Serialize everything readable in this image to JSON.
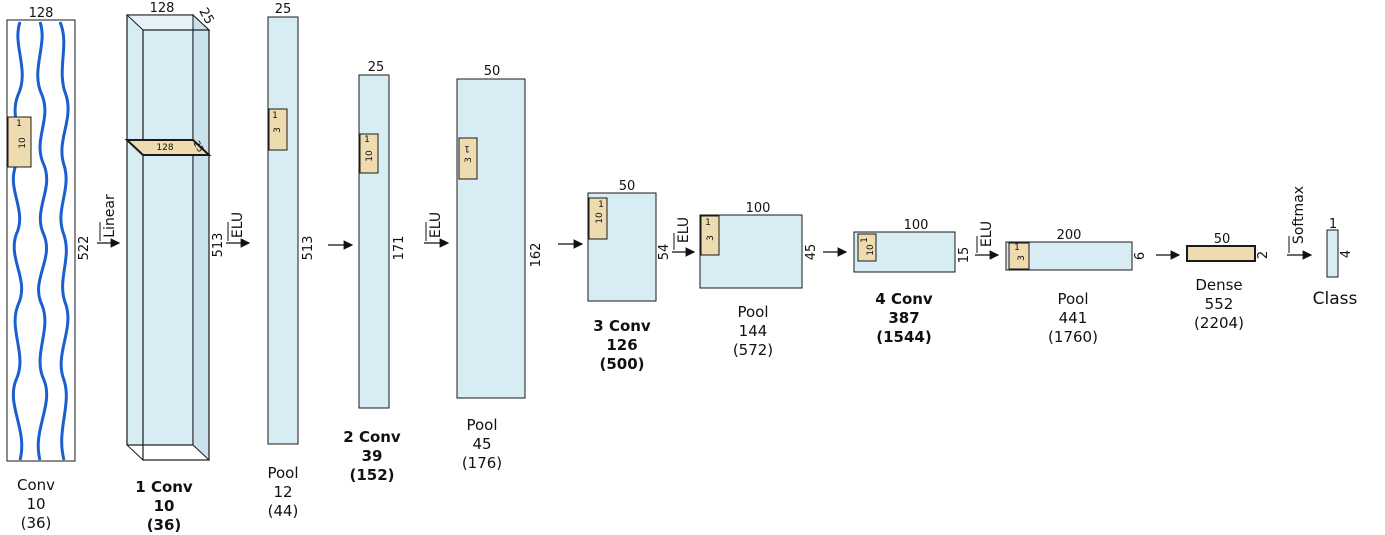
{
  "colors": {
    "layer_fill": "#d8ecf4",
    "kernel_fill": "#eedcb0",
    "signal": "#1a5fd0",
    "stroke": "#1a1a1a"
  },
  "input": {
    "top": "128",
    "side": "522",
    "kernel_a": "1",
    "kernel_b": "10",
    "caption": [
      "Conv",
      "10",
      "(36)"
    ]
  },
  "conv1": {
    "top": "128",
    "depth_top": "25",
    "side": "513",
    "slice_top": "128",
    "slice_depth": "25",
    "caption": [
      "1 Conv",
      "10",
      "(36)"
    ]
  },
  "pool1": {
    "top": "25",
    "side": "513",
    "kernel_a": "1",
    "kernel_b": "3",
    "caption": [
      "Pool",
      "12",
      "(44)"
    ]
  },
  "conv2": {
    "top": "25",
    "side": "171",
    "kernel_a": "1",
    "kernel_b": "10",
    "caption": [
      "2 Conv",
      "39",
      "(152)"
    ]
  },
  "pool2": {
    "top": "50",
    "side": "162",
    "kernel_a": "1",
    "kernel_b": "3",
    "caption": [
      "Pool",
      "45",
      "(176)"
    ]
  },
  "conv3": {
    "top": "50",
    "side": "54",
    "kernel_a": "1",
    "kernel_b": "10",
    "caption": [
      "3 Conv",
      "126",
      "(500)"
    ]
  },
  "pool3": {
    "top": "100",
    "side": "45",
    "kernel_a": "1",
    "kernel_b": "3",
    "caption": [
      "Pool",
      "144",
      "(572)"
    ]
  },
  "conv4": {
    "top": "100",
    "side": "15",
    "kernel_a": "1",
    "kernel_b": "10",
    "caption": [
      "4 Conv",
      "387",
      "(1544)"
    ]
  },
  "pool4": {
    "top": "200",
    "side": "6",
    "kernel_a": "1",
    "kernel_b": "3",
    "caption": [
      "Pool",
      "441",
      "(1760)"
    ]
  },
  "dense": {
    "top": "50",
    "side": "2",
    "caption": [
      "Dense",
      "552",
      "(2204)"
    ]
  },
  "output": {
    "top": "1",
    "side": "4",
    "caption": "Class"
  },
  "activations": {
    "linear": "Linear",
    "elu": "ELU",
    "softmax": "Softmax"
  }
}
